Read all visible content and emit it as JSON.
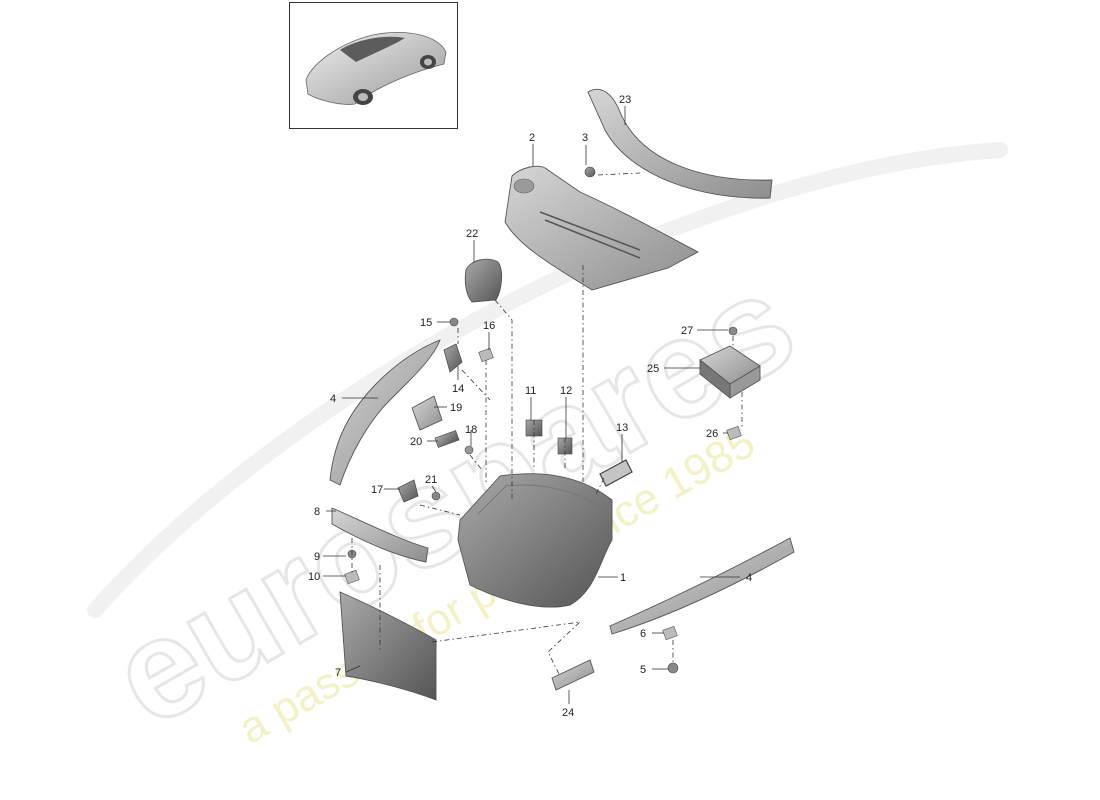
{
  "watermark": {
    "brand": "eurospares",
    "tagline": "a passion for parts since 1985"
  },
  "thumbnail": {
    "icon": "car-icon"
  },
  "callouts": [
    {
      "id": "1",
      "text": "1"
    },
    {
      "id": "2",
      "text": "2"
    },
    {
      "id": "3",
      "text": "3"
    },
    {
      "id": "4a",
      "text": "4"
    },
    {
      "id": "4b",
      "text": "4"
    },
    {
      "id": "5",
      "text": "5"
    },
    {
      "id": "6",
      "text": "6"
    },
    {
      "id": "7",
      "text": "7"
    },
    {
      "id": "8",
      "text": "8"
    },
    {
      "id": "9",
      "text": "9"
    },
    {
      "id": "10",
      "text": "10"
    },
    {
      "id": "11",
      "text": "11"
    },
    {
      "id": "12",
      "text": "12"
    },
    {
      "id": "13",
      "text": "13"
    },
    {
      "id": "14",
      "text": "14"
    },
    {
      "id": "15",
      "text": "15"
    },
    {
      "id": "16",
      "text": "16"
    },
    {
      "id": "17",
      "text": "17"
    },
    {
      "id": "18",
      "text": "18"
    },
    {
      "id": "19",
      "text": "19"
    },
    {
      "id": "20",
      "text": "20"
    },
    {
      "id": "21",
      "text": "21"
    },
    {
      "id": "22",
      "text": "22"
    },
    {
      "id": "23",
      "text": "23"
    },
    {
      "id": "24",
      "text": "24"
    },
    {
      "id": "25",
      "text": "25"
    },
    {
      "id": "26",
      "text": "26"
    },
    {
      "id": "27",
      "text": "27"
    }
  ]
}
